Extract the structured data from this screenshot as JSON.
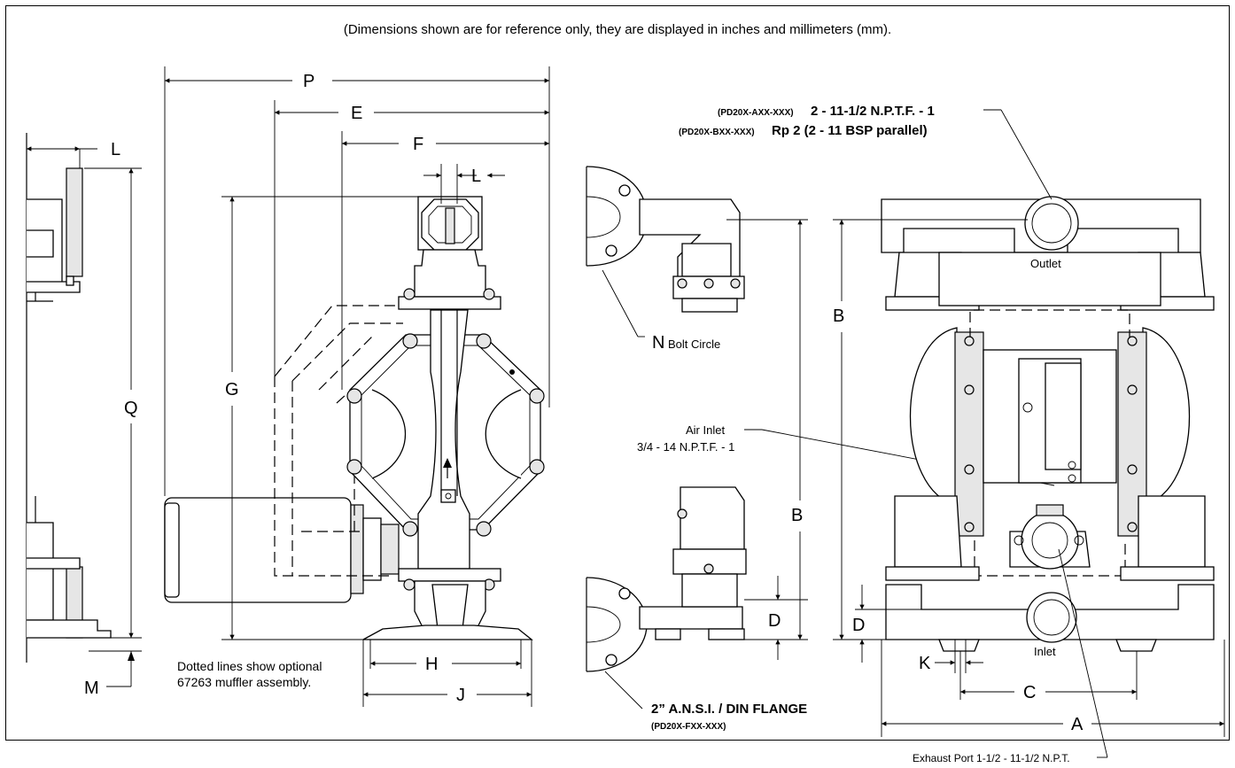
{
  "header_note": "(Dimensions shown are for reference only, they are displayed in inches and millimeters (mm).",
  "dims": {
    "P": "P",
    "E": "E",
    "F": "F",
    "L_left": "L",
    "L_top": "L",
    "G": "G",
    "Q": "Q",
    "H": "H",
    "J": "J",
    "M": "M",
    "N": "N",
    "B_upper": "B",
    "B_lower": "B",
    "D_mid": "D",
    "D_right": "D",
    "K": "K",
    "C": "C",
    "A": "A"
  },
  "labels": {
    "bolt_circle": "Bolt Circle",
    "outlet": "Outlet",
    "inlet": "Inlet",
    "air_inlet": "Air Inlet",
    "air_inlet_spec": "3/4 - 14 N.P.T.F. - 1",
    "dotted_note_1": "Dotted lines show optional",
    "dotted_note_2": "67263 muffler assembly.",
    "flange": "2” A.N.S.I. / DIN FLANGE",
    "flange_model": "(PD20X-FXX-XXX)",
    "port_a_model": "(PD20X-AXX-XXX)",
    "port_a_spec": "2 - 11-1/2 N.P.T.F. - 1",
    "port_b_model": "(PD20X-BXX-XXX)",
    "port_b_spec": "Rp 2 (2 - 11 BSP parallel)",
    "exhaust": "Exhaust Port 1-1/2 - 11-1/2 N.P.T."
  }
}
